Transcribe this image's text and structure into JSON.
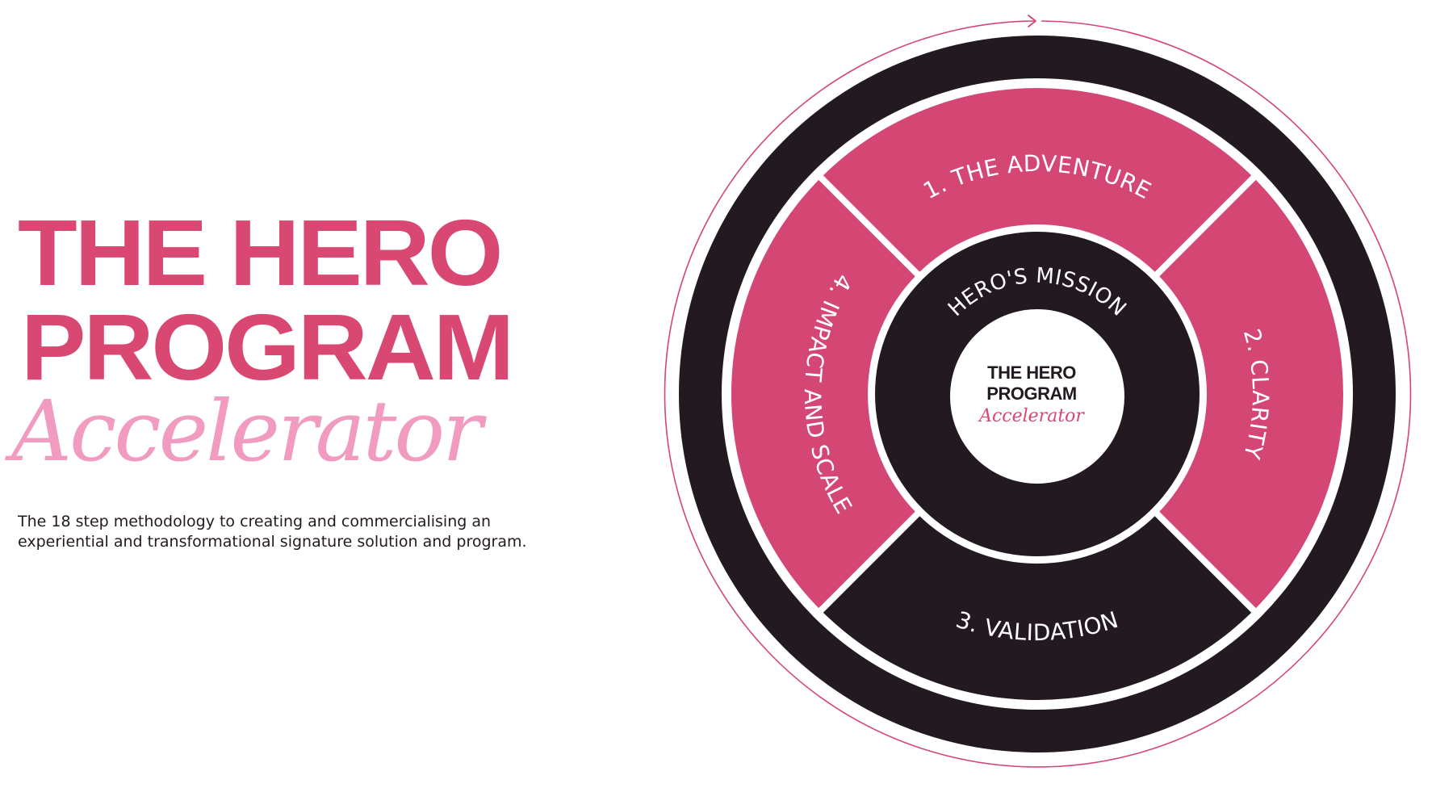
{
  "header": {
    "title_line_1": "THE HERO",
    "title_line_2": "PROGRAM",
    "title_line_3": "Accelerator",
    "description": "The 18 step methodology to creating and commercialising an experiential and transformational signature solution and program."
  },
  "wheel": {
    "segments": [
      {
        "id": 1,
        "label": "1. THE ADVENTURE",
        "fill": "#D44673"
      },
      {
        "id": 2,
        "label": "2. CLARITY",
        "fill": "#D44673"
      },
      {
        "id": 3,
        "label": "3. VALIDATION",
        "fill": "#231A21"
      },
      {
        "id": 4,
        "label": "4. IMPACT AND SCALE",
        "fill": "#D44673"
      }
    ],
    "inner_ring_label": "HERO'S MISSION",
    "center": {
      "line_1": "THE HERO",
      "line_2": "PROGRAM",
      "line_3": "Accelerator"
    },
    "cycle_indicator": "arrow-clockwise-icon"
  },
  "colors": {
    "brand_pink": "#D94873",
    "segment_pink": "#D44673",
    "light_pink": "#F29BC0",
    "dark": "#231A21",
    "background": "#FFFFFF"
  }
}
